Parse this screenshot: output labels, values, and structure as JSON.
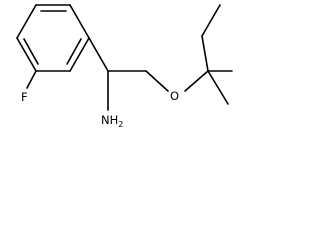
{
  "molecule": {
    "atoms": {
      "fluorine": "F",
      "oxygen": "O",
      "amine": "NH",
      "amine_subscript": "2"
    }
  }
}
